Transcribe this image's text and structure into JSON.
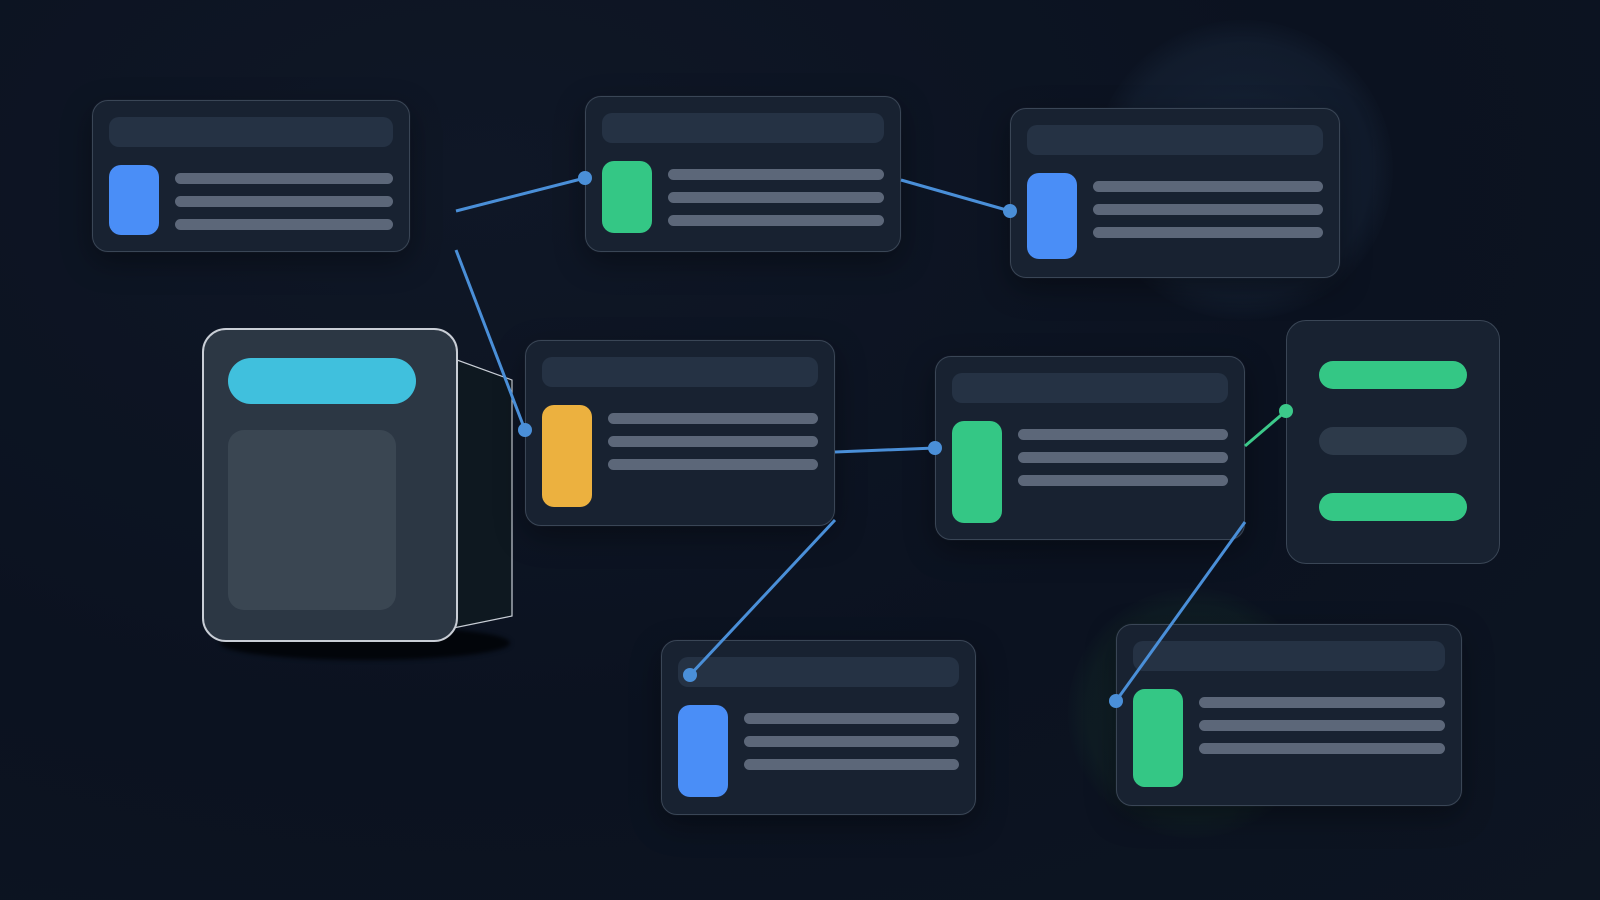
{
  "colors": {
    "background": "#0b1220",
    "card": "#182231",
    "card_border": "#3a4656",
    "header_bar": "#253244",
    "text_line": "#5c6779",
    "connector_blue": "#4a8fd8",
    "connector_green": "#3cc98a",
    "chip_blue": "#4a8ef7",
    "chip_green": "#34c785",
    "chip_yellow": "#ecb13f",
    "accent_cyan": "#40c0dd",
    "menu_green": "#34c785",
    "menu_gray": "#2d3a4a"
  },
  "device": {
    "pill_color": "#40c0dd"
  },
  "nodes": [
    {
      "id": "node-1",
      "chip_color": "#4a8ef7"
    },
    {
      "id": "node-2",
      "chip_color": "#34c785"
    },
    {
      "id": "node-3",
      "chip_color": "#4a8ef7"
    },
    {
      "id": "node-4",
      "chip_color": "#ecb13f"
    },
    {
      "id": "node-5",
      "chip_color": "#34c785"
    },
    {
      "id": "node-6",
      "chip_color": "#4a8ef7"
    },
    {
      "id": "node-7",
      "chip_color": "#34c785"
    }
  ],
  "menu": {
    "options": [
      {
        "state": "active",
        "color": "#34c785"
      },
      {
        "state": "inactive",
        "color": "#2d3a4a"
      },
      {
        "state": "active",
        "color": "#34c785"
      }
    ]
  },
  "connections": [
    {
      "from": "node-1",
      "to": "node-2",
      "color": "#4a8fd8"
    },
    {
      "from": "node-2",
      "to": "node-3",
      "color": "#4a8fd8"
    },
    {
      "from": "node-1",
      "to": "node-4",
      "color": "#4a8fd8"
    },
    {
      "from": "node-4",
      "to": "node-5",
      "color": "#4a8fd8"
    },
    {
      "from": "node-4",
      "to": "node-6",
      "color": "#4a8fd8"
    },
    {
      "from": "node-5",
      "to": "menu",
      "color": "#3cc98a"
    },
    {
      "from": "node-5",
      "to": "node-7",
      "color": "#4a8fd8"
    }
  ]
}
